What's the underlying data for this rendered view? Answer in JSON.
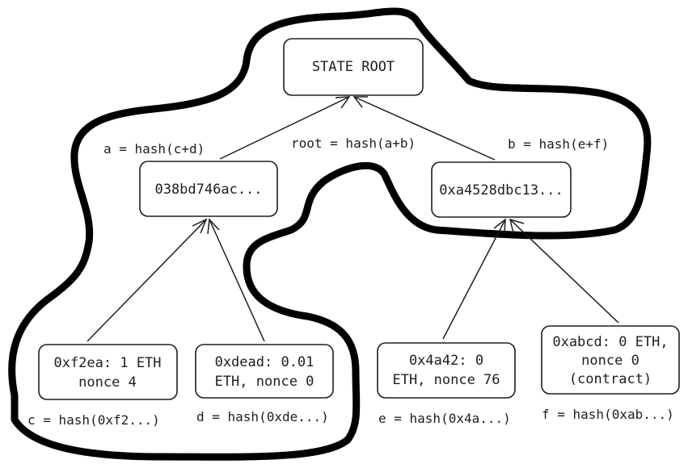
{
  "diagram": {
    "nodes": [
      {
        "id": "state-root",
        "lines": [
          "STATE ROOT"
        ]
      },
      {
        "id": "node-a",
        "lines": [
          "038bd746ac..."
        ]
      },
      {
        "id": "node-b",
        "lines": [
          "0xa4528dbc13..."
        ]
      },
      {
        "id": "leaf-c",
        "lines": [
          "0xf2ea: 1 ETH",
          "nonce 4"
        ]
      },
      {
        "id": "leaf-d",
        "lines": [
          "0xdead: 0.01",
          "ETH, nonce 0"
        ]
      },
      {
        "id": "leaf-e",
        "lines": [
          "0x4a42: 0",
          "ETH, nonce 76"
        ]
      },
      {
        "id": "leaf-f",
        "lines": [
          "0xabcd: 0 ETH,",
          "nonce 0",
          "(contract)"
        ]
      }
    ],
    "labels": [
      {
        "id": "label-a",
        "text": "a = hash(c+d)"
      },
      {
        "id": "label-root",
        "text": "root = hash(a+b)"
      },
      {
        "id": "label-b",
        "text": "b = hash(e+f)"
      },
      {
        "id": "label-c",
        "text": "c = hash(0xf2...)"
      },
      {
        "id": "label-d",
        "text": "d = hash(0xde...)"
      },
      {
        "id": "label-e",
        "text": "e = hash(0x4a...)"
      },
      {
        "id": "label-f",
        "text": "f = hash(0xab...)"
      }
    ],
    "edges": [
      {
        "from": "node-a",
        "to": "state-root"
      },
      {
        "from": "node-b",
        "to": "state-root"
      },
      {
        "from": "leaf-c",
        "to": "node-a"
      },
      {
        "from": "leaf-d",
        "to": "node-a"
      },
      {
        "from": "leaf-e",
        "to": "node-b"
      },
      {
        "from": "leaf-f",
        "to": "node-b"
      }
    ]
  }
}
